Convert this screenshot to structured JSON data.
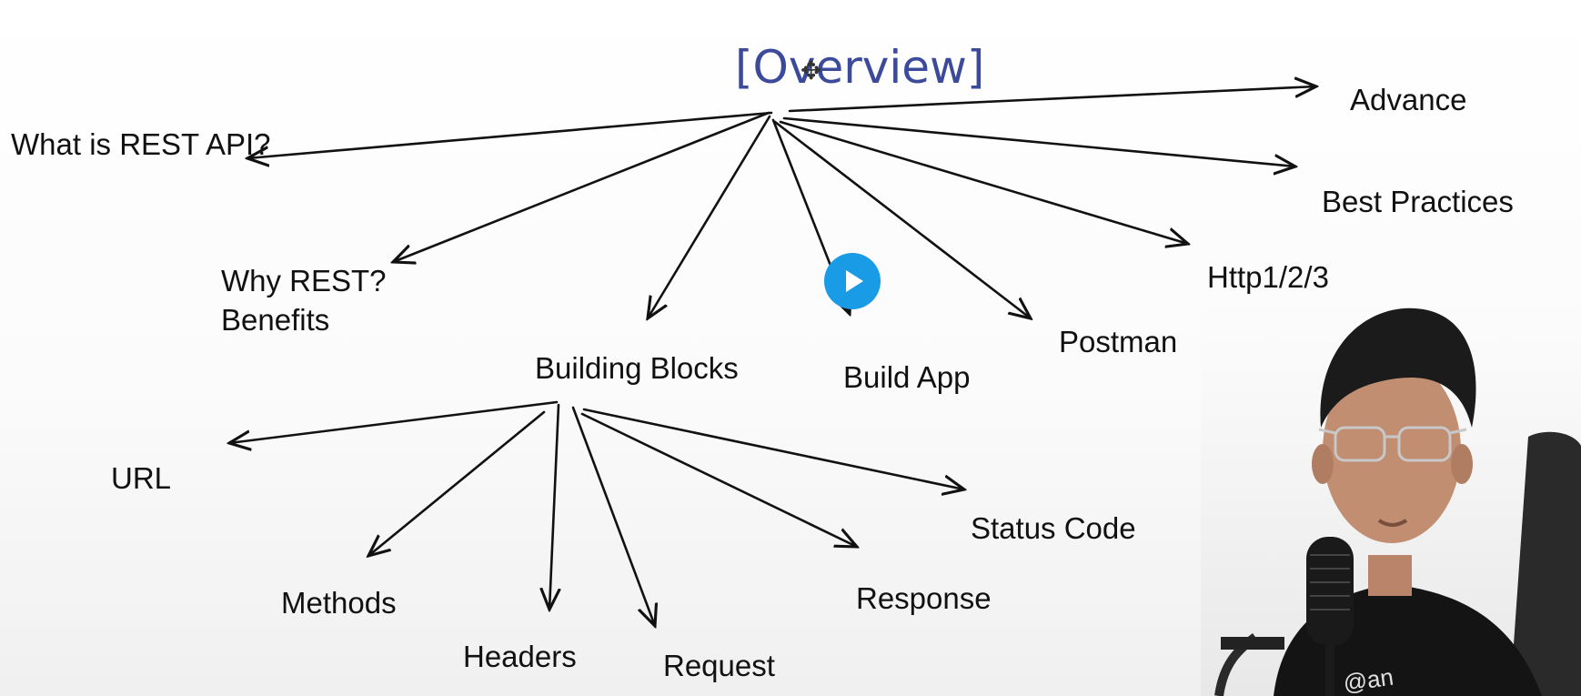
{
  "diagram": {
    "title": "[Overview]",
    "topics": {
      "what_is_rest": "What is REST API?",
      "why_rest_line1": "Why REST?",
      "why_rest_line2": "Benefits",
      "building_blocks": "Building Blocks",
      "build_app": "Build App",
      "postman": "Postman",
      "http": "Http1/2/3",
      "best_practices": "Best Practices",
      "advance": "Advance"
    },
    "building_blocks_children": {
      "url": "URL",
      "methods": "Methods",
      "headers": "Headers",
      "request": "Request",
      "response": "Response",
      "status_code": "Status Code"
    }
  },
  "player": {
    "play_icon": "play-icon"
  },
  "presenter": {
    "shirt_text": "@an"
  },
  "colors": {
    "title": "#3b4a9a",
    "ink": "#111111",
    "play_button": "#1a9be6"
  }
}
